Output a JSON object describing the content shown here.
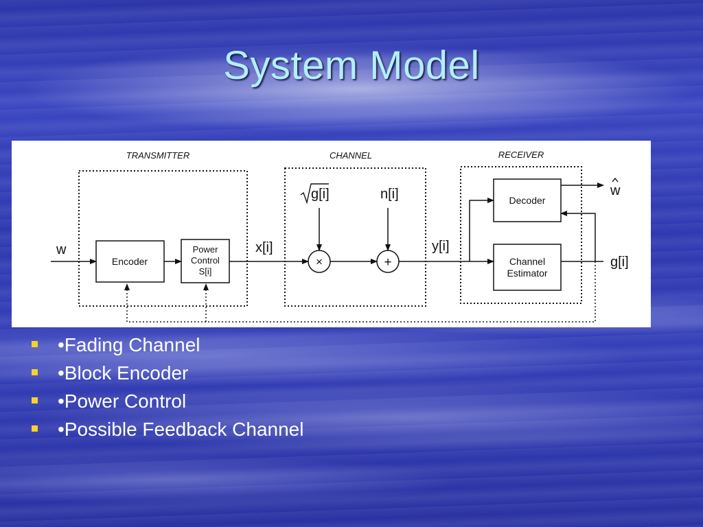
{
  "slide": {
    "title": "System Model",
    "bullets": [
      "•Fading Channel",
      "•Block Encoder",
      "•Power Control",
      "•Possible Feedback Channel"
    ]
  },
  "diagram": {
    "sections": {
      "transmitter": "TRANSMITTER",
      "channel": "CHANNEL",
      "receiver": "RECEIVER"
    },
    "blocks": {
      "encoder": "Encoder",
      "power_control": [
        "Power",
        "Control",
        "S[i]"
      ],
      "decoder": "Decoder",
      "channel_estimator": [
        "Channel",
        "Estimator"
      ]
    },
    "signals": {
      "input": "w",
      "tx_output": "x[i]",
      "fading": "g[i]",
      "noise": "n[i]",
      "rx_input": "y[i]",
      "estimate": "g[i]",
      "output": "w"
    },
    "operators": {
      "multiply": "×",
      "add": "+"
    }
  },
  "colors": {
    "title": "#b3eefb",
    "bullet_marker": "#f6d22a",
    "bullet_text": "#ffffff"
  }
}
